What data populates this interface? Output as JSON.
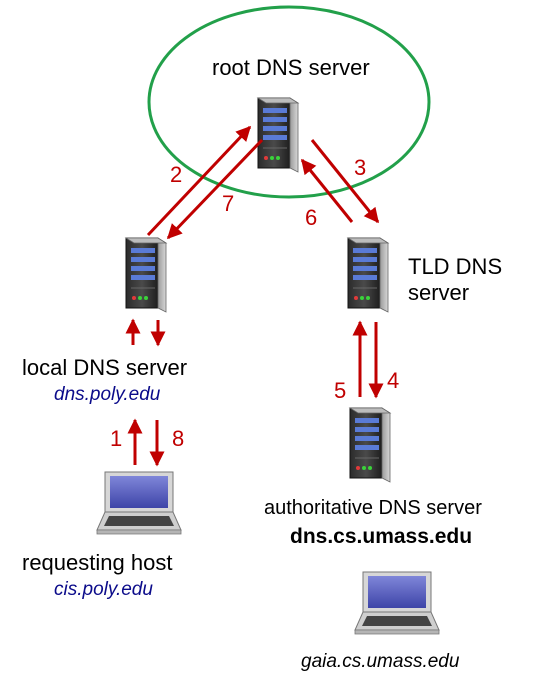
{
  "nodes": {
    "root": {
      "label": "root DNS server"
    },
    "tld": {
      "label_line1": "TLD DNS",
      "label_line2": "server"
    },
    "local": {
      "label": "local DNS server",
      "host": "dns.poly.edu"
    },
    "authoritative": {
      "label": "authoritative DNS server",
      "host": "dns.cs.umass.edu"
    },
    "requesting": {
      "label": "requesting host",
      "host": "cis.poly.edu"
    },
    "destination": {
      "host": "gaia.cs.umass.edu"
    }
  },
  "steps": [
    "1",
    "2",
    "3",
    "4",
    "5",
    "6",
    "7",
    "8"
  ],
  "colors": {
    "arrow": "#c00000",
    "root_ellipse": "#22a04a",
    "host_text": "#0b0b8a"
  }
}
